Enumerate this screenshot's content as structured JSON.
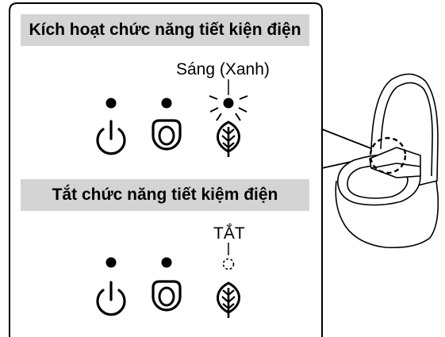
{
  "sections": [
    {
      "title": "Kích hoạt chức năng tiết kiện điện",
      "eco_indicator_label": "Sáng (Xanh)",
      "indicators": [
        {
          "icon": "power-icon",
          "state": "off"
        },
        {
          "icon": "toilet-seat-icon",
          "state": "off"
        },
        {
          "icon": "leaf-eco-icon",
          "state": "lit"
        }
      ]
    },
    {
      "title": "Tắt chức năng tiết kiệm điện",
      "eco_indicator_label": "TẮT",
      "indicators": [
        {
          "icon": "power-icon",
          "state": "off"
        },
        {
          "icon": "toilet-seat-icon",
          "state": "off"
        },
        {
          "icon": "leaf-eco-icon",
          "state": "unlit"
        }
      ]
    }
  ],
  "illustration": {
    "icon": "toilet-icon",
    "highlight": "control-panel-dashed-circle"
  },
  "colors": {
    "header_bg": "#d4d4d4",
    "line": "#000000",
    "background": "#ffffff"
  }
}
